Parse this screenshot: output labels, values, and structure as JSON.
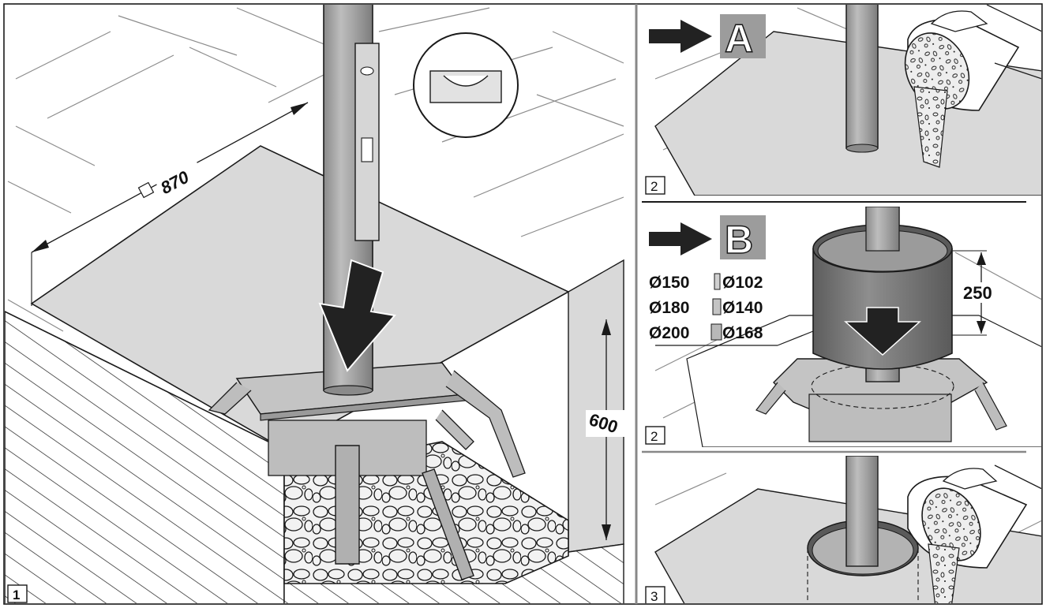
{
  "colors": {
    "paper": "#ffffff",
    "line": "#1a1a1a",
    "lightline": "#8c8c8c",
    "slab": "#d9d9d9",
    "pole": "#a9a9a9",
    "pole_dark": "#7a7a7a",
    "pole_light": "#c8c8c8",
    "sleeve": "#777777",
    "plate": "#c4c4c4",
    "gravel": "#f2f2f2",
    "letter_box": "#9c9c9c",
    "arrow_dark": "#222222"
  },
  "panel_1": {
    "number": "1",
    "dimension_width": "870",
    "dimension_depth": "600",
    "icon_level": "spirit-level-bubble-icon"
  },
  "panel_2a": {
    "number": "2",
    "step_letter": "A",
    "icon_pour": "pouring-bucket-icon"
  },
  "panel_2b": {
    "number": "2",
    "step_letter": "B",
    "sleeve_height": "250",
    "sizes": [
      {
        "outer": "Ø150",
        "inner": "Ø102"
      },
      {
        "outer": "Ø180",
        "inner": "Ø140"
      },
      {
        "outer": "Ø200",
        "inner": "Ø168"
      }
    ]
  },
  "panel_3": {
    "number": "3",
    "icon_pour": "pouring-bucket-icon"
  }
}
